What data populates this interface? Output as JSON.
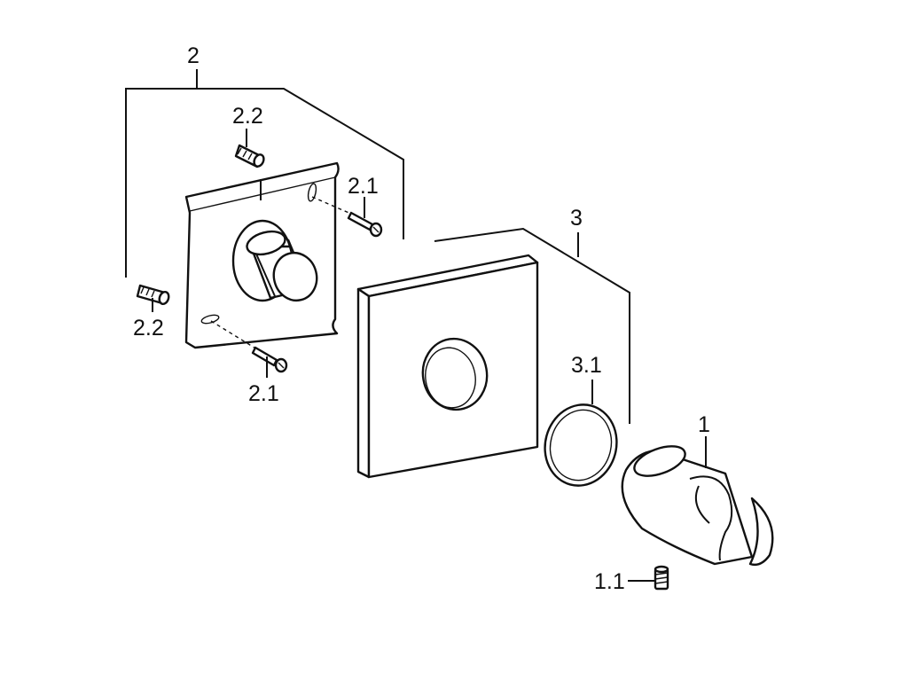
{
  "labels": {
    "mounting_plate_assembly": "2",
    "screw_top": "2.1",
    "screw_bottom": "2.1",
    "dowel_top": "2.2",
    "dowel_bottom": "2.2",
    "escutcheon_assembly": "3",
    "o_ring": "3.1",
    "holder": "1",
    "set_screw": "1.1"
  },
  "colors": {
    "line": "#111111",
    "background": "#ffffff"
  }
}
